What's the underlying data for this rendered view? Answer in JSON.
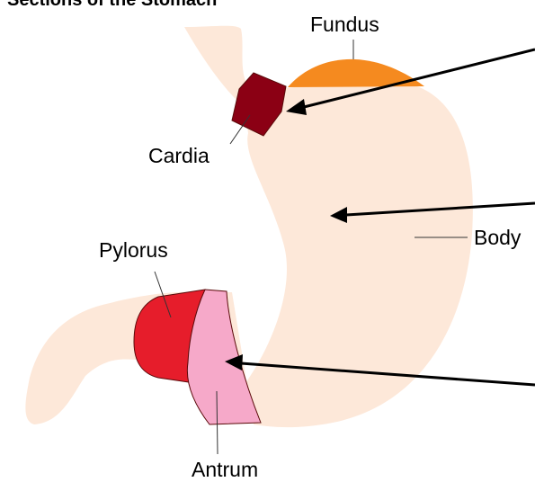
{
  "title": "Sections of the Stomach",
  "labels": {
    "fundus": "Fundus",
    "cardia": "Cardia",
    "body": "Body",
    "pylorus": "Pylorus",
    "antrum": "Antrum"
  },
  "colors": {
    "stomach": "#fde8d9",
    "fundus": "#f58a1f",
    "cardia": "#8b0014",
    "pylorus": "#e61d2b",
    "antrum": "#f6a9c9",
    "arrow": "#000000"
  }
}
